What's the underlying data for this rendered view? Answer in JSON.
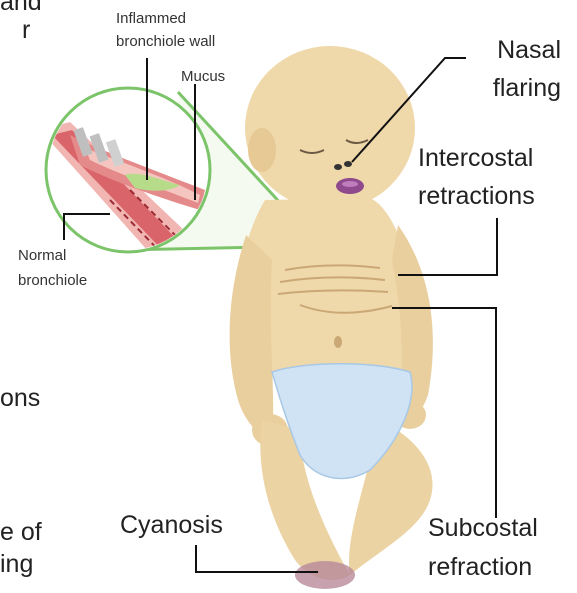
{
  "labels": {
    "clipped_top_left_1": "and",
    "clipped_top_left_2": "r",
    "clipped_mid_left": "ons",
    "clipped_bottom_left_1": "e of",
    "clipped_bottom_left_2": "ing",
    "inflamed_wall_1": "Inflammed",
    "inflamed_wall_2": "bronchiole wall",
    "mucus": "Mucus",
    "normal_bronchiole_1": "Normal",
    "normal_bronchiole_2": "bronchiole",
    "nasal_flaring_1": "Nasal",
    "nasal_flaring_2": "flaring",
    "intercostal_1": "Intercostal",
    "intercostal_2": "retractions",
    "subcostal_1": "Subcostal",
    "subcostal_2": "refraction",
    "cyanosis": "Cyanosis"
  },
  "colors": {
    "skin": "#efd8aa",
    "skin_shade": "#d9bd8a",
    "diaper": "#cfe3f4",
    "cyanosis": "#8e4a8c",
    "magnifier_ring": "#7cc46a",
    "bronchiole_red": "#d9646a",
    "mucus_green": "#b6dc8a",
    "leader_line": "#111111"
  }
}
